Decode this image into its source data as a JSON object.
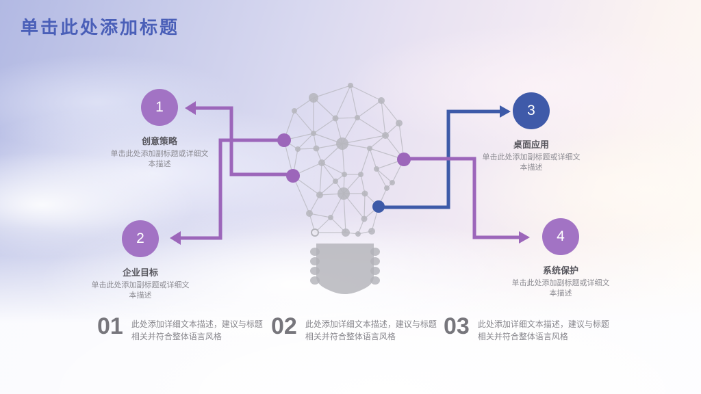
{
  "slide": {
    "title": "单击此处添加标题"
  },
  "callouts": [
    {
      "number": "1",
      "label": "创意策略",
      "desc": "单击此处添加副标题或详细文本描述",
      "color": "#a273c4"
    },
    {
      "number": "2",
      "label": "企业目标",
      "desc": "单击此处添加副标题或详细文本描述",
      "color": "#a273c4"
    },
    {
      "number": "3",
      "label": "桌面应用",
      "desc": "单击此处添加副标题或详细文本描述",
      "color": "#3f5aa9"
    },
    {
      "number": "4",
      "label": "系统保护",
      "desc": "单击此处添加副标题或详细文本描述",
      "color": "#a273c4"
    }
  ],
  "footnotes": [
    {
      "number": "01",
      "text": "此处添加详细文本描述，建议与标题相关并符合整体语言风格"
    },
    {
      "number": "02",
      "text": "此处添加详细文本描述，建议与标题相关并符合整体语言风格"
    },
    {
      "number": "03",
      "text": "此处添加详细文本描述，建议与标题相关并符合整体语言风格"
    }
  ],
  "colors": {
    "title": "#4a5fb8",
    "accent_purple": "#a273c4",
    "accent_blue": "#3f5aa9",
    "connector_purple": "#9c66ba",
    "connector_blue": "#3d5aa8",
    "graphic_gray": "#b5b5bc"
  }
}
